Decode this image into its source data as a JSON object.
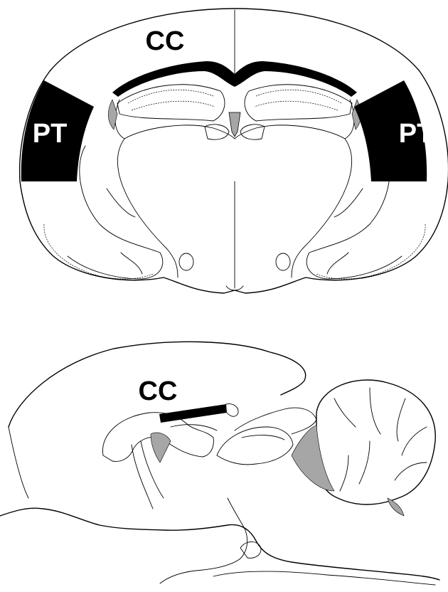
{
  "colors": {
    "region_fill": "#000000",
    "gray_fill": "#a6a6a6",
    "label_on_region": "#ffffff",
    "label_on_background": "#000000"
  },
  "coronal_section": {
    "labels": {
      "cc": "CC",
      "pt_left": "PT",
      "pt_right": "PT"
    }
  },
  "sagittal_section": {
    "labels": {
      "cc": "CC"
    }
  }
}
